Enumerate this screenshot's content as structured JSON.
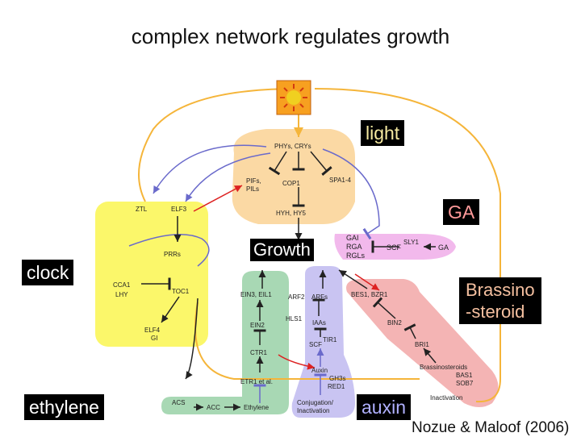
{
  "title": "complex network regulates growth",
  "labels": {
    "light": "light",
    "ga": "GA",
    "growth": "Growth",
    "clock": "clock",
    "brassinosteroid_line1": "Brassino",
    "brassinosteroid_line2": "-steroid",
    "ethylene": "ethylene",
    "auxin": "auxin"
  },
  "nodes": {
    "phys_crys": "PHYs, CRYs",
    "pifs": "PIFs,",
    "pils": "PILs",
    "cop1": "COP1",
    "spa": "SPA1-4",
    "hyh_hy5": "HYH, HY5",
    "ztl": "ZTL",
    "elf3": "ELF3",
    "prrs": "PRRs",
    "cca1": "CCA1",
    "lhy": "LHY",
    "toc1": "TOC1",
    "elf4": "ELF4",
    "gi": "GI",
    "gai": "GAI",
    "rga": "RGA",
    "rgls": "RGLs",
    "scf_sly1": "SCF",
    "sly1_sup": "SLY1",
    "ga_node": "GA",
    "ein3": "EIN3, EIL1",
    "arf2": "ARF2",
    "arfs": "ARFs",
    "bes1": "BES1, BZR1",
    "ein2": "EIN2",
    "hls1": "HLS1",
    "iaas": "IAAs",
    "bin2": "BIN2",
    "ctr1": "CTR1",
    "scf_tir1": "SCF",
    "tir1_sup": "TIR1",
    "bri1": "BRI1",
    "etr1": "ETR1 et al.",
    "auxin_node": "Auxin",
    "gh3s": "GH3s",
    "red1": "RED1",
    "brassinosteroids": "Brassinosteroids",
    "bas1": "BAS1",
    "sob7": "SOB7",
    "acs": "ACS",
    "acc": "ACC",
    "ethylene_node": "Ethylene",
    "conjugation": "Conjugation/",
    "inactivation": "Inactivation",
    "inactivation2": "Inactivation"
  },
  "citation": "Nozue & Maloof (2006)",
  "colors": {
    "label_bg": "#000000",
    "light": "#f5e9a0",
    "ga": "#ff9a9a",
    "growth": "#ffffff",
    "clock": "#ffffff",
    "brassinosteroid": "#f5c0a0",
    "ethylene": "#ffffff",
    "auxin": "#b0b0ff",
    "light_region": "#fbd59a",
    "clock_region": "#fbf76a",
    "ga_region": "#f2b9ec",
    "ethylene_region": "#a8d8b4",
    "auxin_region": "#c9c4f2",
    "brassino_region": "#f4b4b4",
    "orange_line": "#f5b53a",
    "blue_line": "#6a6acb",
    "red_arrow": "#dd2222"
  }
}
